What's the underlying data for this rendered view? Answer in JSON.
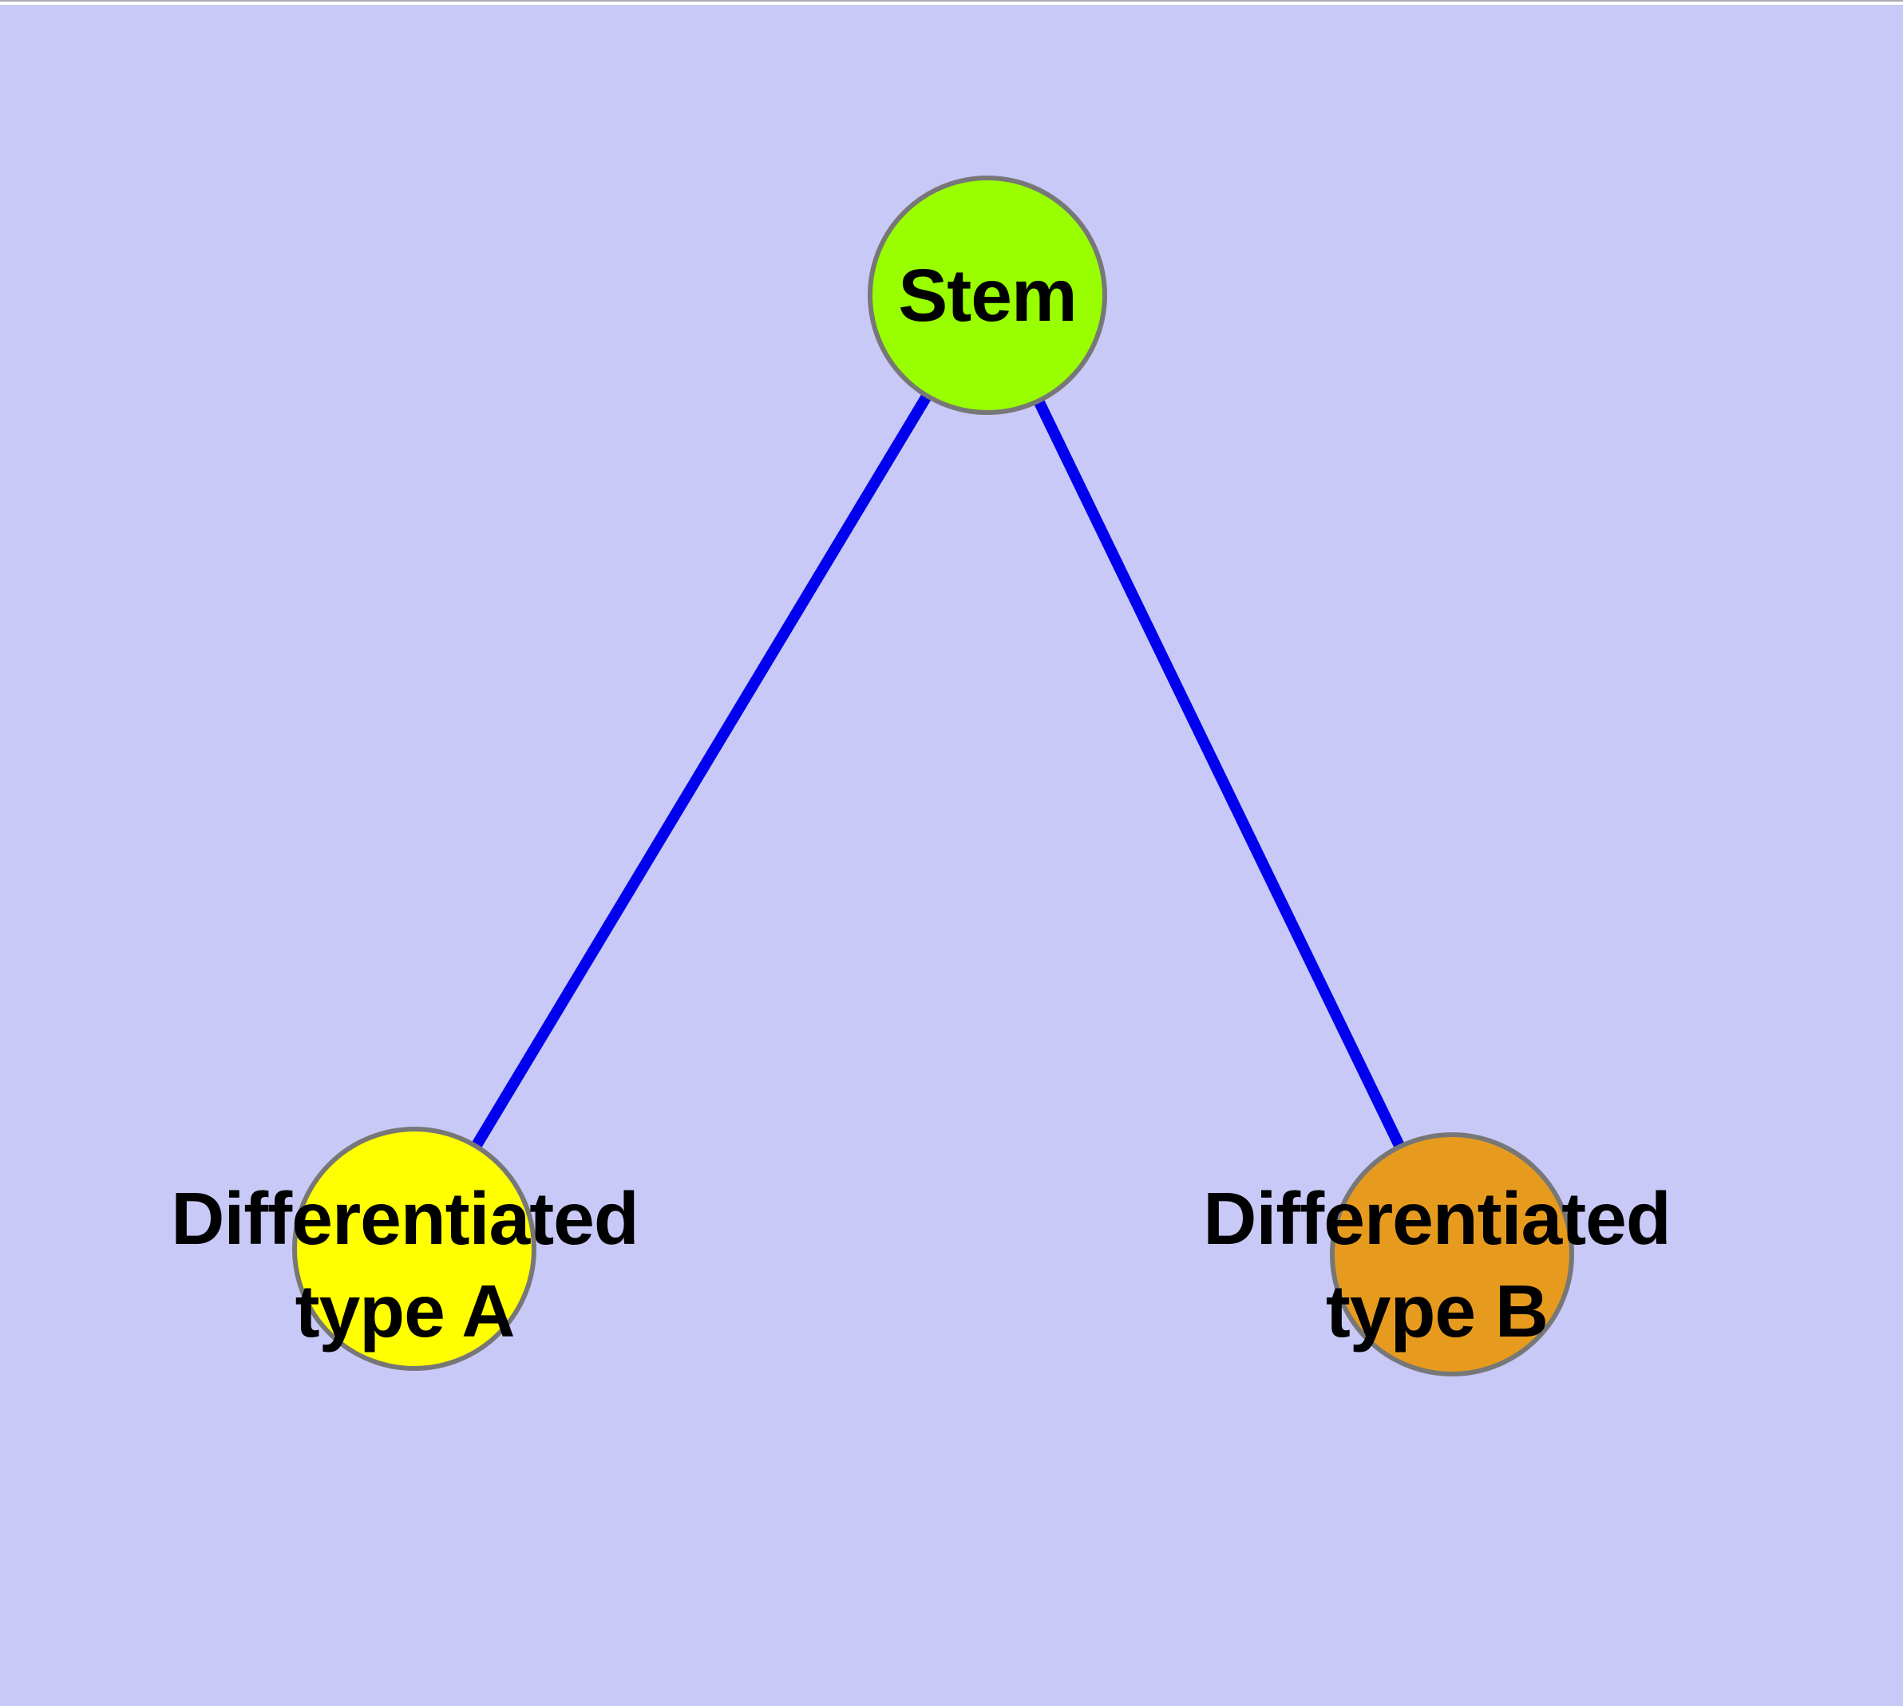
{
  "figure": {
    "background_color": "#C9C9F7",
    "top_hairline_color": "#A9A9B0",
    "top_margin_color": "#FFFFFF"
  },
  "graph": {
    "nodes": [
      {
        "id": "stem",
        "label": "Stem",
        "lines": [
          "Stem"
        ],
        "fill": "#98FE00",
        "border_color": "#777777",
        "text_color": "#000000"
      },
      {
        "id": "differentiated-type-a",
        "label": "Differentiated type A",
        "lines": [
          "Differentiated",
          "type A"
        ],
        "fill": "#FFFF00",
        "border_color": "#777777",
        "text_color": "#000000"
      },
      {
        "id": "differentiated-type-b",
        "label": "Differentiated type B",
        "lines": [
          "Differentiated",
          "type B"
        ],
        "fill": "#E79B1E",
        "border_color": "#777777",
        "text_color": "#000000"
      }
    ],
    "edges": [
      {
        "from": "stem",
        "to": "differentiated-type-a",
        "color": "#0000EE"
      },
      {
        "from": "stem",
        "to": "differentiated-type-b",
        "color": "#0000EE"
      }
    ]
  }
}
